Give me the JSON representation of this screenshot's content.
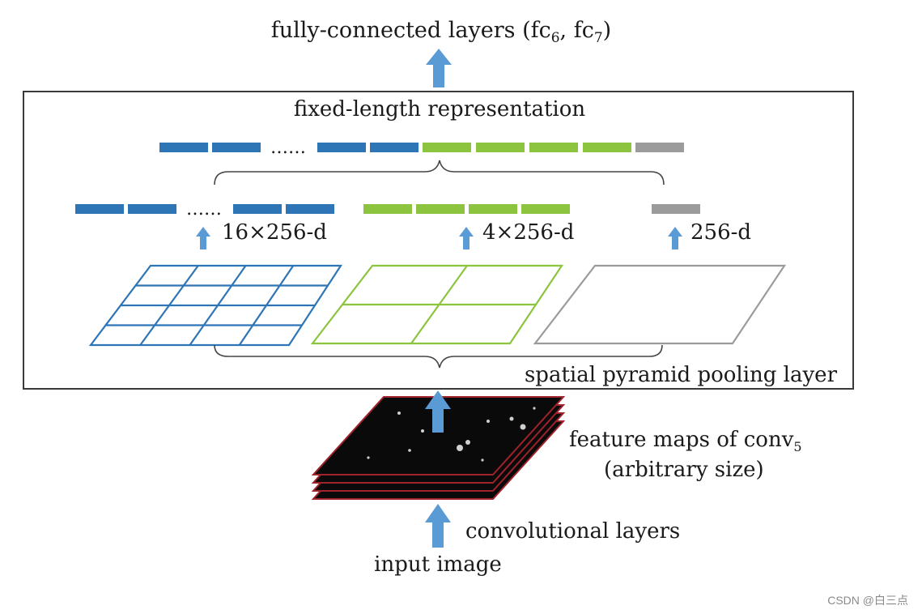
{
  "labels": {
    "fc_layers": {
      "prefix": "fully-connected layers (fc",
      "sub1": "6",
      "mid": ", fc",
      "sub2": "7",
      "suffix": ")"
    },
    "fixed_length": "fixed-length representation",
    "bins_16": "16×256-d",
    "bins_4": "4×256-d",
    "bins_1": "256-d",
    "spp_layer": "spatial pyramid pooling layer",
    "feature_maps": {
      "prefix": "feature maps of conv",
      "sub": "5"
    },
    "arbitrary_size": "(arbitrary size)",
    "conv_layers": "convolutional layers",
    "input_image": "input image",
    "dots": "……"
  },
  "watermark": "CSDN @白三点",
  "colors": {
    "blue": "#2e75b6",
    "green": "#8dc43f",
    "gray": "#9b9b9b",
    "arrow": "#5b9bd5",
    "feature_edge": "#a0232b"
  }
}
